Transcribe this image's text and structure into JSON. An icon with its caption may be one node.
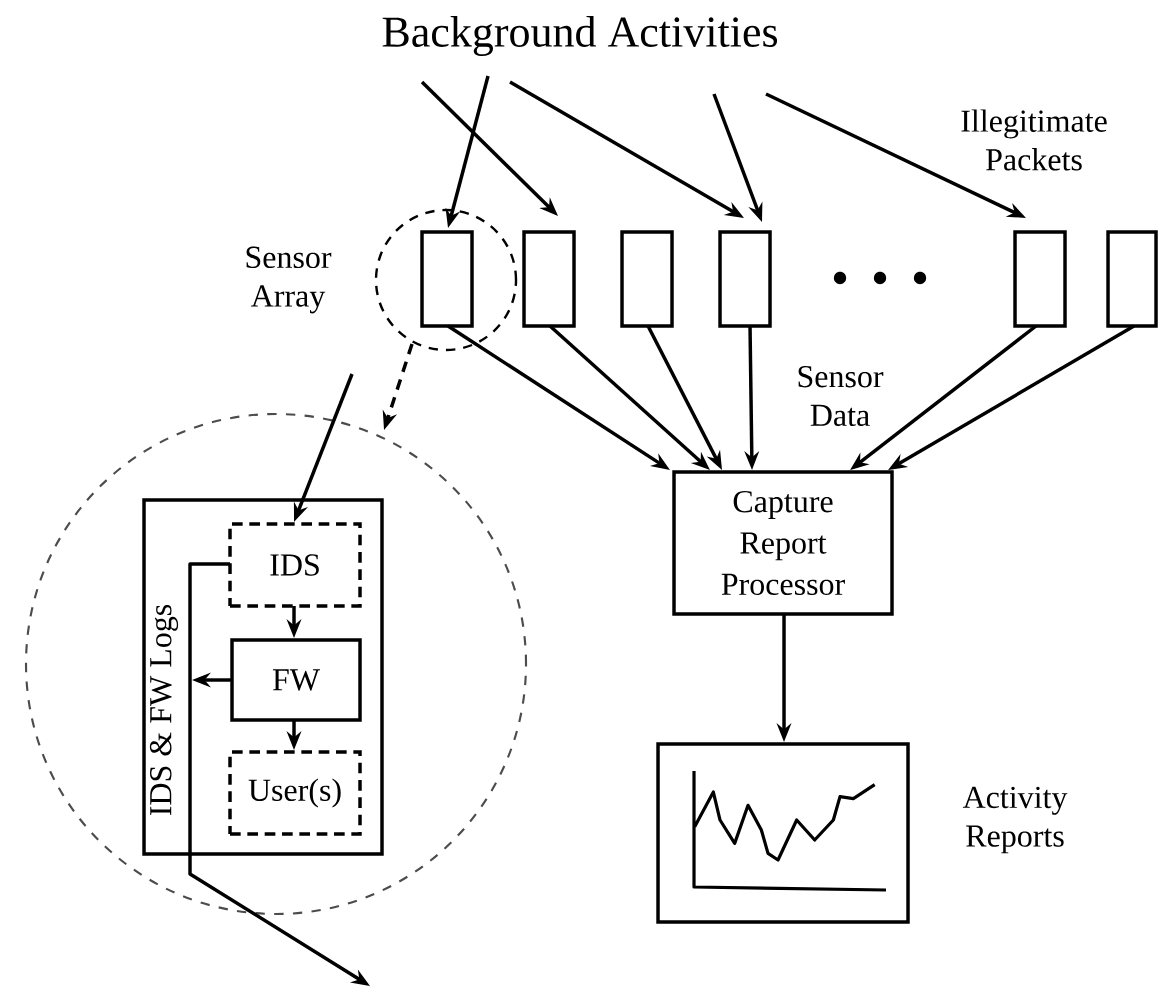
{
  "diagram": {
    "nodes": [
      {
        "text": [
          "Background Activities"
        ]
      },
      {
        "text": [],
        "shape": "circle"
      },
      {
        "text": [],
        "shape": "box",
        "in": 1
      },
      {
        "text": [],
        "shape": "box"
      },
      {
        "text": [],
        "shape": "box"
      },
      {
        "text": [],
        "shape": "box"
      },
      {
        "text": [],
        "shape": "box"
      },
      {
        "text": [],
        "shape": "box"
      },
      {
        "text": [
          "Capture Report Processor"
        ]
      },
      {
        "text": [],
        "shape": "circle"
      },
      {
        "text": [
          "IDS & FW Logs"
        ],
        "in": 9
      },
      {
        "text": [
          "IDS"
        ],
        "in": 10
      },
      {
        "text": [
          "FW"
        ],
        "in": 10
      },
      {
        "text": [
          "User(s)"
        ],
        "in": 10
      },
      {
        "text": [],
        "shape": "picture",
        "beside": [
          "Activity Reports"
        ]
      }
    ],
    "edges": [
      {
        "from": 0,
        "to": 2,
        "arrow": "to"
      },
      {
        "from": 0,
        "to": 3,
        "arrow": "to"
      },
      {
        "from": 0,
        "to": 5,
        "arrow": "to"
      },
      {
        "from": 0,
        "to": 5,
        "arrow": "to"
      },
      {
        "from": 0,
        "to": 6,
        "arrow": "to"
      },
      {
        "from": 2,
        "to": 8,
        "arrow": "to"
      },
      {
        "from": 3,
        "to": 8,
        "arrow": "to"
      },
      {
        "from": 4,
        "to": 8,
        "arrow": "to"
      },
      {
        "from": 5,
        "to": 8,
        "arrow": "to"
      },
      {
        "from": 6,
        "to": 8,
        "arrow": "to"
      },
      {
        "from": 7,
        "to": 8,
        "arrow": "to"
      },
      {
        "from": 1,
        "to": 9,
        "arrow": "to",
        "style": "dashed"
      },
      {
        "from": null,
        "to": 11,
        "arrow": "to"
      },
      {
        "from": 11,
        "to": 12,
        "arrow": "to"
      },
      {
        "from": 12,
        "to": 13,
        "arrow": "to"
      },
      {
        "from": 11,
        "to": null,
        "arrow": "to"
      },
      {
        "from": 12,
        "to": null,
        "arrow": "to"
      },
      {
        "from": 8,
        "to": 14,
        "arrow": "to"
      }
    ],
    "labels": [
      "Illegitimate Packets",
      "Sensor Array",
      "Sensor Data"
    ]
  }
}
